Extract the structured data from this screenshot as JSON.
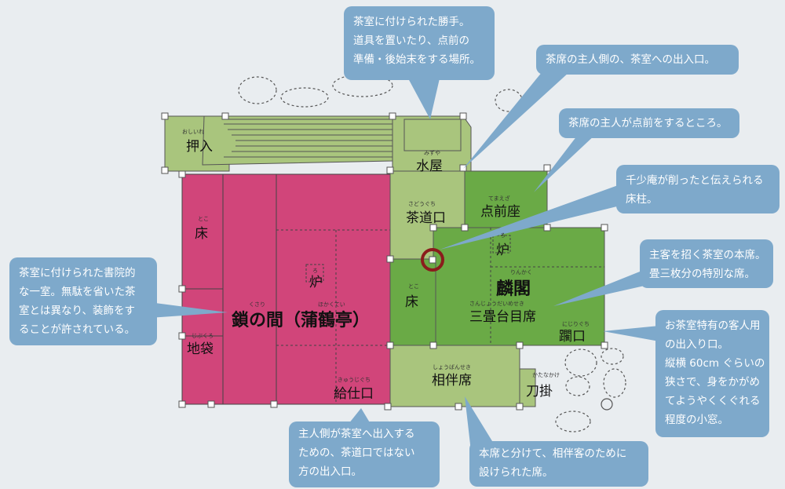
{
  "rooms": {
    "oshiire": {
      "label": "押入",
      "ruby": "おしいれ"
    },
    "mizuya": {
      "label": "水屋",
      "ruby": "みずや"
    },
    "sadouguchi": {
      "label": "茶道口",
      "ruby": "さどうぐち"
    },
    "temaeza": {
      "label": "点前座",
      "ruby": "てまえざ"
    },
    "ro_upper": {
      "label": "炉",
      "ruby": "ろ"
    },
    "toko_right": {
      "label": "床",
      "ruby": "とこ"
    },
    "rinkaku": {
      "label": "麟閣",
      "ruby": "りんかく"
    },
    "sanjo": {
      "label": "三畳台目席",
      "ruby": "さんじょうだいめせき"
    },
    "nijiriguchi": {
      "label": "躙口",
      "ruby": "にじりぐち"
    },
    "shobanseki": {
      "label": "相伴席",
      "ruby": "しょうばんせき"
    },
    "katanakake": {
      "label": "刀掛",
      "ruby": "かたなかけ"
    },
    "toko_left": {
      "label": "床",
      "ruby": "とこ"
    },
    "ro_left": {
      "label": "炉",
      "ruby": "ろ"
    },
    "kusari": {
      "label": "鎖の間（蒲鶴亭）",
      "ruby_a": "くさり",
      "ruby_b": "ほかくてい"
    },
    "jibukuro": {
      "label": "地袋",
      "ruby": "じぶくろ"
    },
    "kyujiguchi": {
      "label": "給仕口",
      "ruby": "きゅうじぐち"
    }
  },
  "callouts": {
    "c1": [
      "茶室に付けられた勝手。",
      "道具を置いたり、点前の",
      "準備・後始末をする場所。"
    ],
    "c2": [
      "茶席の主人側の、茶室への出入口。"
    ],
    "c3": [
      "茶席の主人が点前をするところ。"
    ],
    "c4": [
      "千少庵が削ったと伝えられる",
      "床柱。"
    ],
    "c5": [
      "主客を招く茶室の本席。",
      "畳三枚分の特別な席。"
    ],
    "c6": [
      "お茶室特有の客人用",
      "の出入り口。",
      "縦横 60cm ぐらいの",
      "狭さで、身をかがめ",
      "てようやくくぐれる",
      "程度の小窓。"
    ],
    "c7": [
      "茶室に付けられた書院的",
      "な一室。無駄を省いた茶",
      "室とは異なり、装飾をす",
      "ることが許されている。"
    ],
    "c8": [
      "主人側が茶室へ出入する",
      "ための、茶道口ではない",
      "方の出入口。"
    ],
    "c9": [
      "本席と分けて、相伴客のために",
      "設けられた席。"
    ]
  },
  "colors": {
    "background": "#e9edf0",
    "tatami_light": "#a9c57d",
    "tatami_dark": "#6aaa46",
    "kusari_pink": "#d1457a",
    "callout_blue": "#7ea9cb",
    "pillar_ring": "#8a1c1c"
  }
}
